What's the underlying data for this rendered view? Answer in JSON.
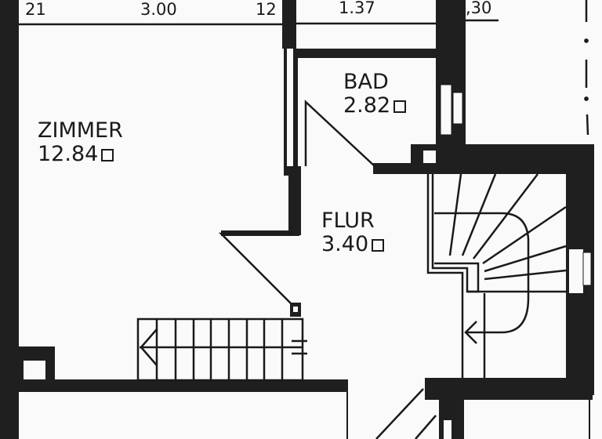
{
  "drawing": {
    "type": "floor plan excerpt",
    "background_color": "#fafafa",
    "wall_color": "#1c1c1c",
    "line_color": "#1a1a1a"
  },
  "dimensions": {
    "top": [
      {
        "label": "21"
      },
      {
        "label": "3.00"
      },
      {
        "label": "12"
      },
      {
        "label": "1.37"
      },
      {
        "label": ",30"
      }
    ]
  },
  "rooms": [
    {
      "name": "ZIMMER",
      "area": "12.84",
      "unit_icon": "square-meter-icon"
    },
    {
      "name": "BAD",
      "area": "2.82",
      "unit_icon": "square-meter-icon"
    },
    {
      "name": "FLUR",
      "area": "3.40",
      "unit_icon": "square-meter-icon"
    }
  ],
  "features": {
    "winding_staircase": "right side, quarter-turn with arrow",
    "straight_stair": "lower middle, with arrow pointing left",
    "doors": [
      "Zimmer door swing",
      "Bad door swing",
      "lower door swing"
    ],
    "axis_line": "dash-dot line at right edge"
  }
}
